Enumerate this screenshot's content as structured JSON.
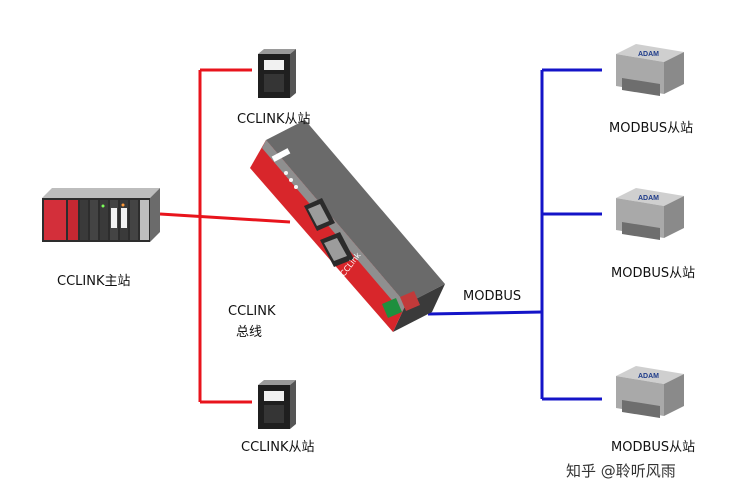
{
  "labels": {
    "master": "CCLINK主站",
    "slave_top": "CCLINK从站",
    "slave_bottom": "CCLINK从站",
    "bus_line1": "CCLINK",
    "bus_line2": "总线",
    "modbus": "MODBUS",
    "modbus_slave_1": "MODBUS从站",
    "modbus_slave_2": "MODBUS从站",
    "modbus_slave_3": "MODBUS从站"
  },
  "gateway": {
    "model_text": "CCLink"
  },
  "module_brand": "ADAM",
  "watermark": "知乎 @聆听风雨",
  "colors": {
    "cclink_line": "#e8141c",
    "modbus_line": "#1414c8",
    "gateway_red": "#d8262b",
    "gateway_body": "#4a4a4a"
  }
}
